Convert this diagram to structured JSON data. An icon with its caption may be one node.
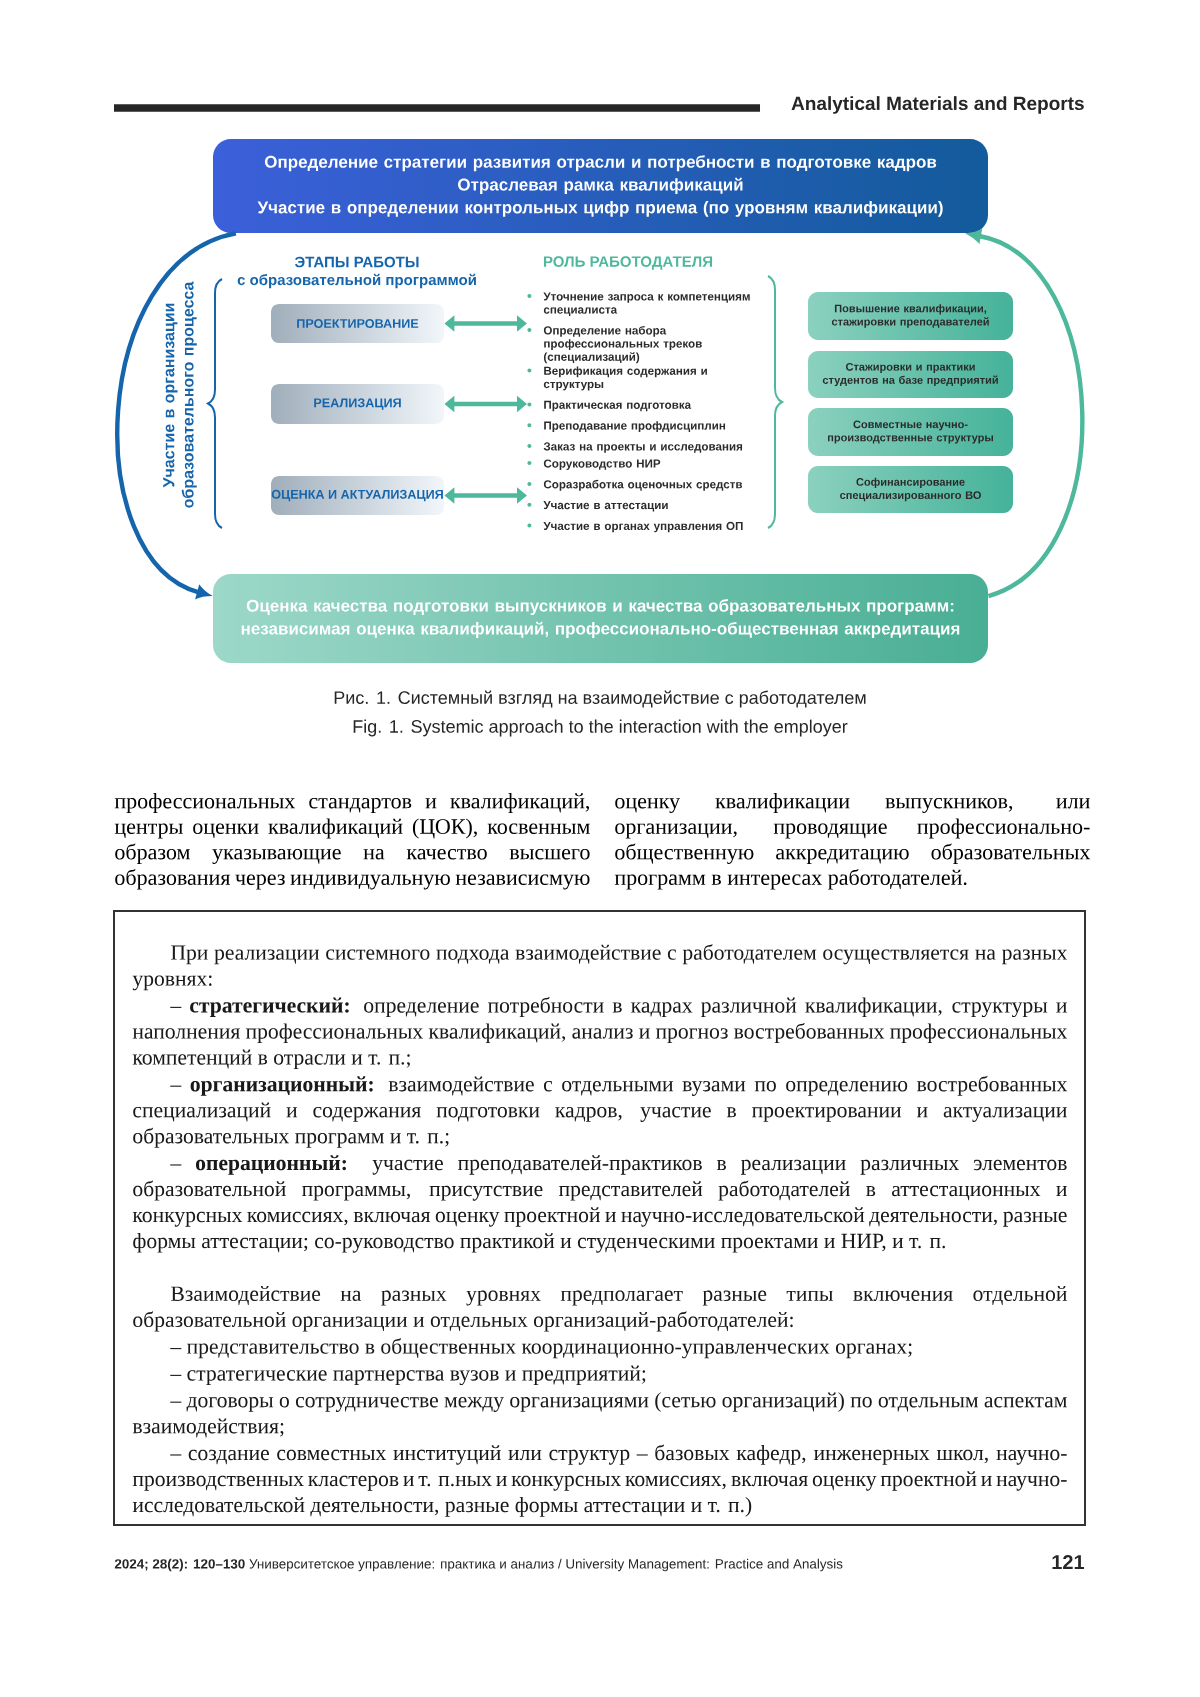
{
  "diagram": {
    "caption": "Рис. 1. Системный взгляд на взаимодействие с работодателем",
    "nodes": [
      {
        "text": [
          "Определение стратегии развития отрасли и потребности в подготовке кадров",
          "Отраслевая рамка квалификаций",
          "Участие в определении контрольных цифр приема (по уровням квалификации)"
        ]
      },
      {
        "text": [
          "Оценка качества подготовки выпускников и качества образовательных программ: независимая оценка квалификаций, профессионально-общественная аккредитация"
        ]
      },
      {
        "text": [
          "ПРОЕКТИРОВАНИЕ"
        ]
      },
      {
        "text": [
          "РЕАЛИЗАЦИЯ"
        ]
      },
      {
        "text": [
          "ОЦЕНКА И АКТУАЛИЗАЦИЯ"
        ]
      },
      {
        "text": [
          "Уточнение запроса к компетенциям специалиста",
          "Определение набора профессиональных треков (специализаций)"
        ]
      },
      {
        "text": [
          "Верификация содержания и структуры",
          "Практическая подготовка",
          "Преподавание профдисциплин",
          "Заказ на проекты и исследования"
        ]
      },
      {
        "text": [
          "Соруководство НИР",
          "Соразработка оценочных средств",
          "Участие в аттестации",
          "Участие в органах управления ОП"
        ]
      },
      {
        "text": [
          "Повышение квалификации, стажировки преподавателей"
        ]
      },
      {
        "text": [
          "Стажировки и практики студентов на базе предприятий"
        ]
      },
      {
        "text": [
          "Совместные научно-производственные структуры"
        ]
      },
      {
        "text": [
          "Софинансирование специализированного ВО"
        ]
      }
    ],
    "edges": [
      {
        "from": 2,
        "to": 5,
        "arrow": "both"
      },
      {
        "from": 3,
        "to": 6,
        "arrow": "both"
      },
      {
        "from": 4,
        "to": 7,
        "arrow": "both"
      },
      {
        "from": 0,
        "to": 1,
        "arrow": "to",
        "label": "Участие в организации образовательного процесса",
        "color": "#1565ad"
      },
      {
        "from": 1,
        "to": 0,
        "arrow": "to"
      }
    ],
    "labels": [
      "Analytical Materials and Reports",
      "ЭТАПЫ РАБОТЫ",
      "с образовательной программой",
      "РОЛЬ РАБОТОДАТЕЛЯ",
      "Fig. 1. Systemic approach to the interaction with the employer",
      "профессиональных стандартов и квалификаций, центры оценки квалификаций (ЦОК), косвенным образом указывающие на качество высшего образования через индивидуальную независисмую",
      "оценку квалификации выпускников, или организации, проводящие профессионально-общественную аккредитацию образовательных программ в интересах работодателей.",
      "При реализации системного подхода взаимодействие с работодателем осуществляется на разных уровнях:",
      "– **стратегический:** определение потребности в кадрах различной квалификации, структуры и наполнения профессиональных квалификаций, анализ и прогноз востребованных профессиональных компетенций в отрасли и т. п.;",
      "– **организационный:** взаимодействие с отдельными вузами по определению востребованных специализаций и содержания подготовки кадров, участие в проектировании и актуализации образовательных программ и т. п.;",
      "– **операционный:** участие преподавателей-практиков в реализации различных элементов образовательной программы, присутствие представителей работодателей в аттестационных и конкурсных комиссиях, включая оценку проектной и научно-исследовательской деятельности, разные формы аттестации; со-руководство практикой и студенческими проектами и НИР, и т. п.",
      "Взаимодействие на разных уровнях предполагает разные типы включения отдельной образовательной организации и отдельных организаций-работодателей:",
      "– представительство в общественных координационно-управленческих органах;",
      "– стратегические партнерства вузов и предприятий;",
      "– договоры о сотрудничестве между организациями (сетью организаций) по отдельным аспектам взаимодействия;",
      "– создание совместных институций или структур – базовых кафедр, инженерных школ, научно-производственных кластеров и т. п.ных и конкурсных комиссиях, включая оценку проектной и научно-исследовательской деятельности, разные формы аттестации и т. п.)",
      "**2024; 28(2): 120–130** Университетское управление: практика и анализ / University Management: Practice and Analysis",
      "121"
    ]
  }
}
